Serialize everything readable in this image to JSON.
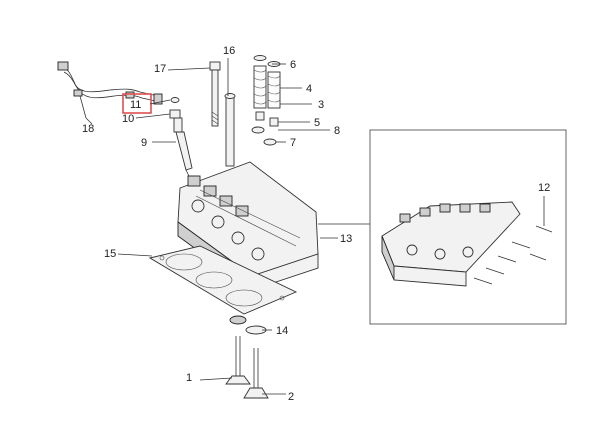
{
  "diagram": {
    "callouts": {
      "c1": "1",
      "c2": "2",
      "c3": "3",
      "c4": "4",
      "c5": "5",
      "c6": "6",
      "c7": "7",
      "c8": "8",
      "c9": "9",
      "c10": "10",
      "c11": "11",
      "c12": "12",
      "c13": "13",
      "c14": "14",
      "c15": "15",
      "c16": "16",
      "c17": "17",
      "c18": "18"
    },
    "highlighted_callout": "11",
    "highlight_color": "#e05050",
    "line_color": "#333333"
  }
}
